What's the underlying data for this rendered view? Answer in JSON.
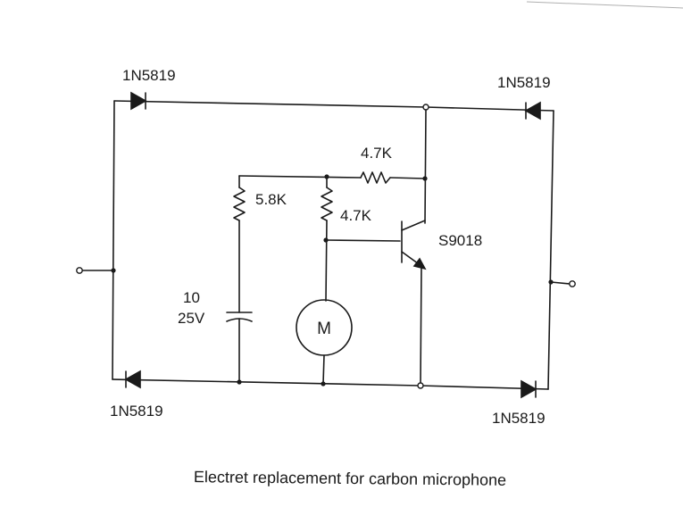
{
  "labels": {
    "diode_top_left": "1N5819",
    "diode_top_right": "1N5819",
    "diode_bottom_left": "1N5819",
    "diode_bottom_right": "1N5819",
    "resistor_feedback": "4.7K",
    "resistor_left": "5.8K",
    "resistor_bias": "4.7K",
    "transistor": "S9018",
    "capacitor_value": "10",
    "capacitor_voltage": "25V",
    "motor": "M"
  },
  "caption": "Electret replacement for carbon microphone"
}
